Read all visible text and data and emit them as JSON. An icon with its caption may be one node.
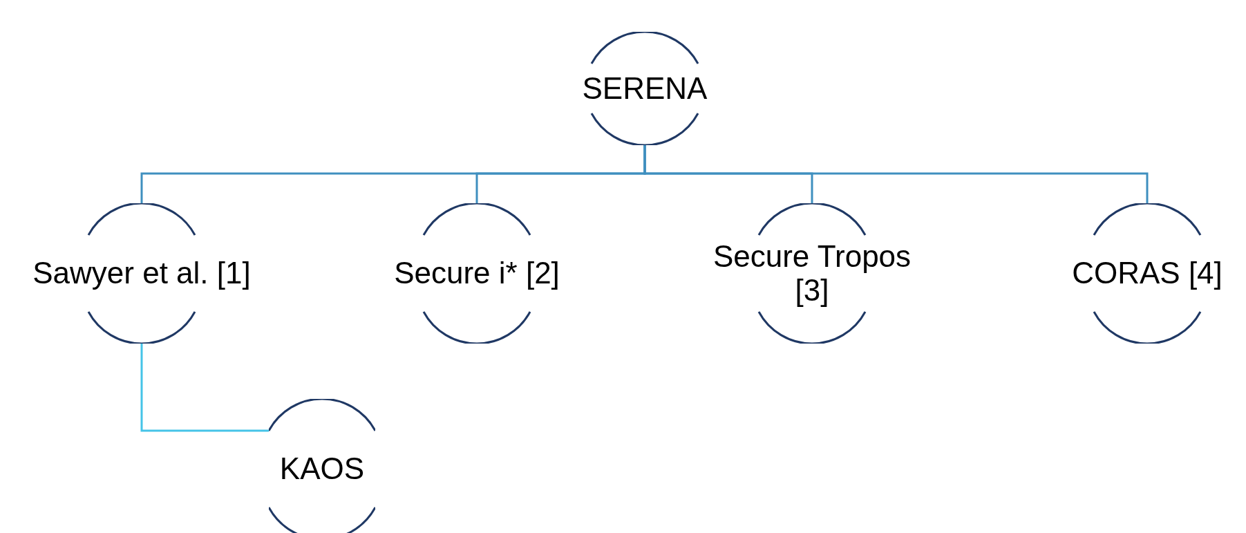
{
  "diagram": {
    "nodes": [
      {
        "text": [
          "SERENA"
        ]
      },
      {
        "text": [
          "Sawyer et al. [1]"
        ]
      },
      {
        "text": [
          "Secure i* [2]"
        ]
      },
      {
        "text": [
          "Secure Tropos [3]"
        ]
      },
      {
        "text": [
          "CORAS [4]"
        ]
      },
      {
        "text": [
          "KAOS"
        ]
      }
    ],
    "edges": [
      {
        "from": 0,
        "to": 1,
        "arrow": "none"
      },
      {
        "from": 0,
        "to": 2,
        "arrow": "none"
      },
      {
        "from": 0,
        "to": 3,
        "arrow": "none"
      },
      {
        "from": 0,
        "to": 4,
        "arrow": "none"
      },
      {
        "from": 1,
        "to": 5,
        "arrow": "none",
        "color": "#45c4e8"
      }
    ]
  }
}
